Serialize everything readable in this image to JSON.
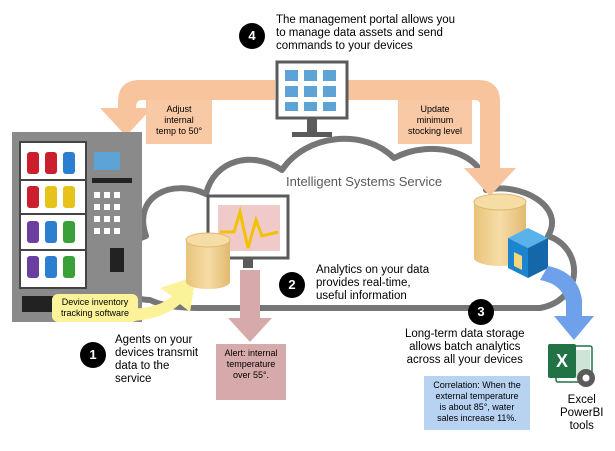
{
  "cloud_label": "Intelligent Systems Service",
  "steps": [
    {
      "number": "1",
      "text": "Agents on your\ndevices transmit\ndata to the\nservice"
    },
    {
      "number": "2",
      "text": "Analytics on your data\nprovides real-time,\nuseful information"
    },
    {
      "number": "3",
      "text": "Long-term data storage\nallows batch analytics\nacross all your devices"
    },
    {
      "number": "4",
      "text": "The management portal allows you\nto manage data assets and send\ncommands to your devices"
    }
  ],
  "callouts": {
    "adjust_temp": "Adjust\ninternal\ntemp to 50°",
    "update_stock": "Update\nminimum\nstocking level",
    "device_inventory": "Device inventory\ntracking software",
    "alert": "Alert: internal\ntemperature\nover 55°.",
    "correlation": "Correlation: When the\nexternal temperature\nis about 85°, water\nsales increase 11%."
  },
  "excel_tile": {
    "letter": "X"
  },
  "tools_label": "Excel\nPowerBI\ntools",
  "colors": {
    "peach_arrow": "#f8c49e",
    "peach_box": "#f9c9a6",
    "cloud_stroke": "#767676",
    "cylinder": "#f2d494",
    "pink": "#d6aaaa",
    "yellow": "#fcf29a",
    "blue_box": "#b8d2f2",
    "blue_arrow": "#6fa0ea",
    "excel_green": "#217346",
    "monitor_blue": "#5da3d6",
    "cube_blue": "#1d85d0"
  }
}
